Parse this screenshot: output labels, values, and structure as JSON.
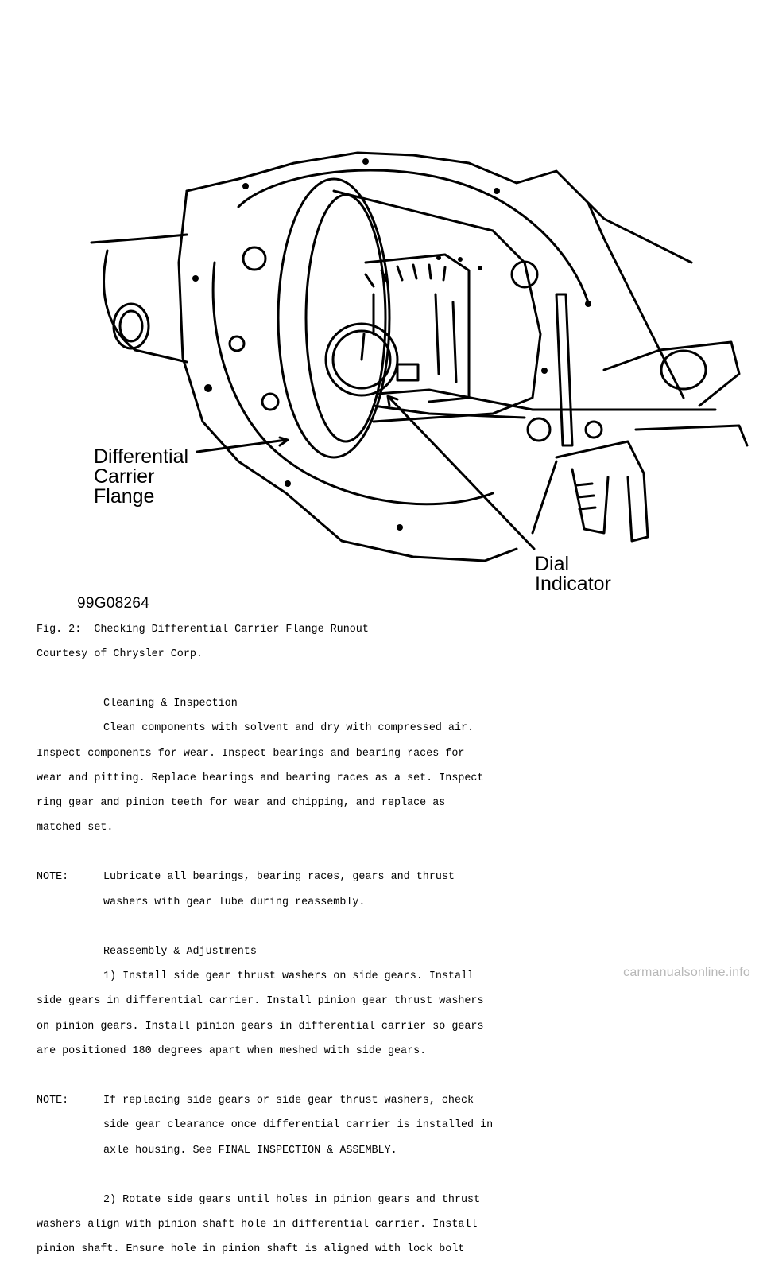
{
  "figure": {
    "label_differential": "Differential\nCarrier\nFlange",
    "label_dial": "Dial\nIndicator",
    "code": "99G08264"
  },
  "caption": {
    "title": "Fig. 2:  Checking Differential Carrier Flange Runout",
    "credit": "Courtesy of Chrysler Corp."
  },
  "cleaning": {
    "heading": "Cleaning & Inspection",
    "lines": [
      "Clean components with solvent and dry with compressed air.",
      "Inspect components for wear. Inspect bearings and bearing races for",
      "wear and pitting. Replace bearings and bearing races as a set. Inspect",
      "ring gear and pinion teeth for wear and chipping, and replace as",
      "matched set."
    ]
  },
  "note1": {
    "label": "NOTE:",
    "lines": [
      "Lubricate all bearings, bearing races, gears and thrust",
      "washers with gear lube during reassembly."
    ]
  },
  "reassembly": {
    "heading": "Reassembly & Adjustments",
    "lines": [
      "1) Install side gear thrust washers on side gears. Install",
      "side gears in differential carrier. Install pinion gear thrust washers",
      "on pinion gears. Install pinion gears in differential carrier so gears",
      "are positioned 180 degrees apart when meshed with side gears."
    ]
  },
  "note2": {
    "label": "NOTE:",
    "lines": [
      "If replacing side gears or side gear thrust washers, check",
      "side gear clearance once differential carrier is installed in",
      "axle housing. See FINAL INSPECTION & ASSEMBLY."
    ]
  },
  "step2": {
    "lines": [
      "2) Rotate side gears until holes in pinion gears and thrust",
      "washers align with pinion shaft hole in differential carrier. Install",
      "pinion shaft. Ensure hole in pinion shaft is aligned with lock bolt"
    ]
  },
  "watermark": "carmanualsonline.info"
}
